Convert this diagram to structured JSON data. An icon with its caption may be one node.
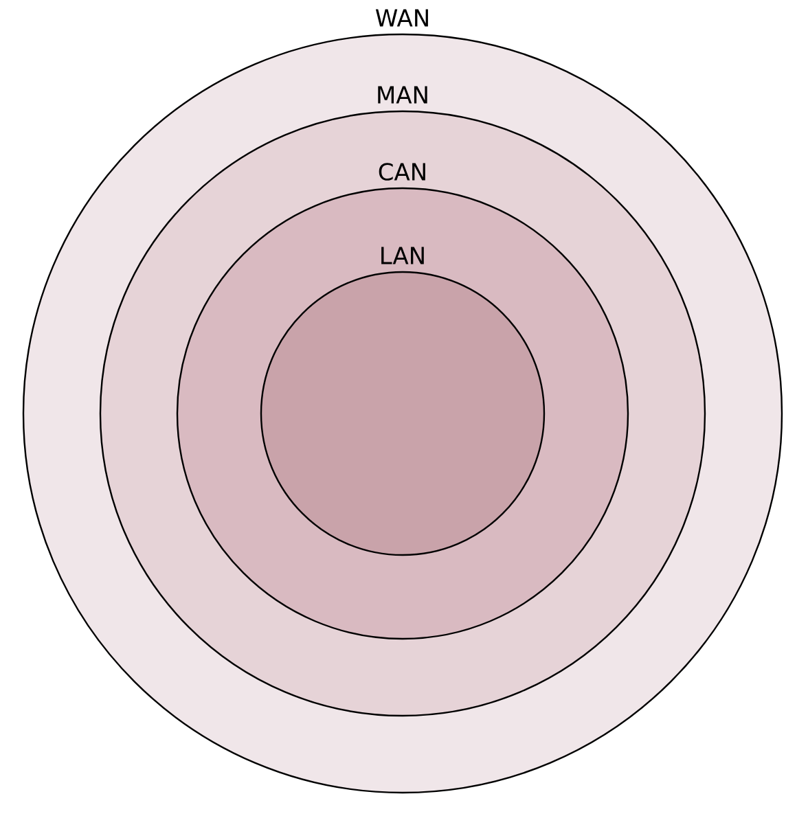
{
  "diagram": {
    "nodes": [
      {
        "text": [
          "WAN"
        ]
      },
      {
        "text": [
          "MAN"
        ],
        "in": 0
      },
      {
        "text": [
          "CAN"
        ],
        "in": 1
      },
      {
        "text": [
          "LAN"
        ],
        "in": 2
      }
    ]
  }
}
